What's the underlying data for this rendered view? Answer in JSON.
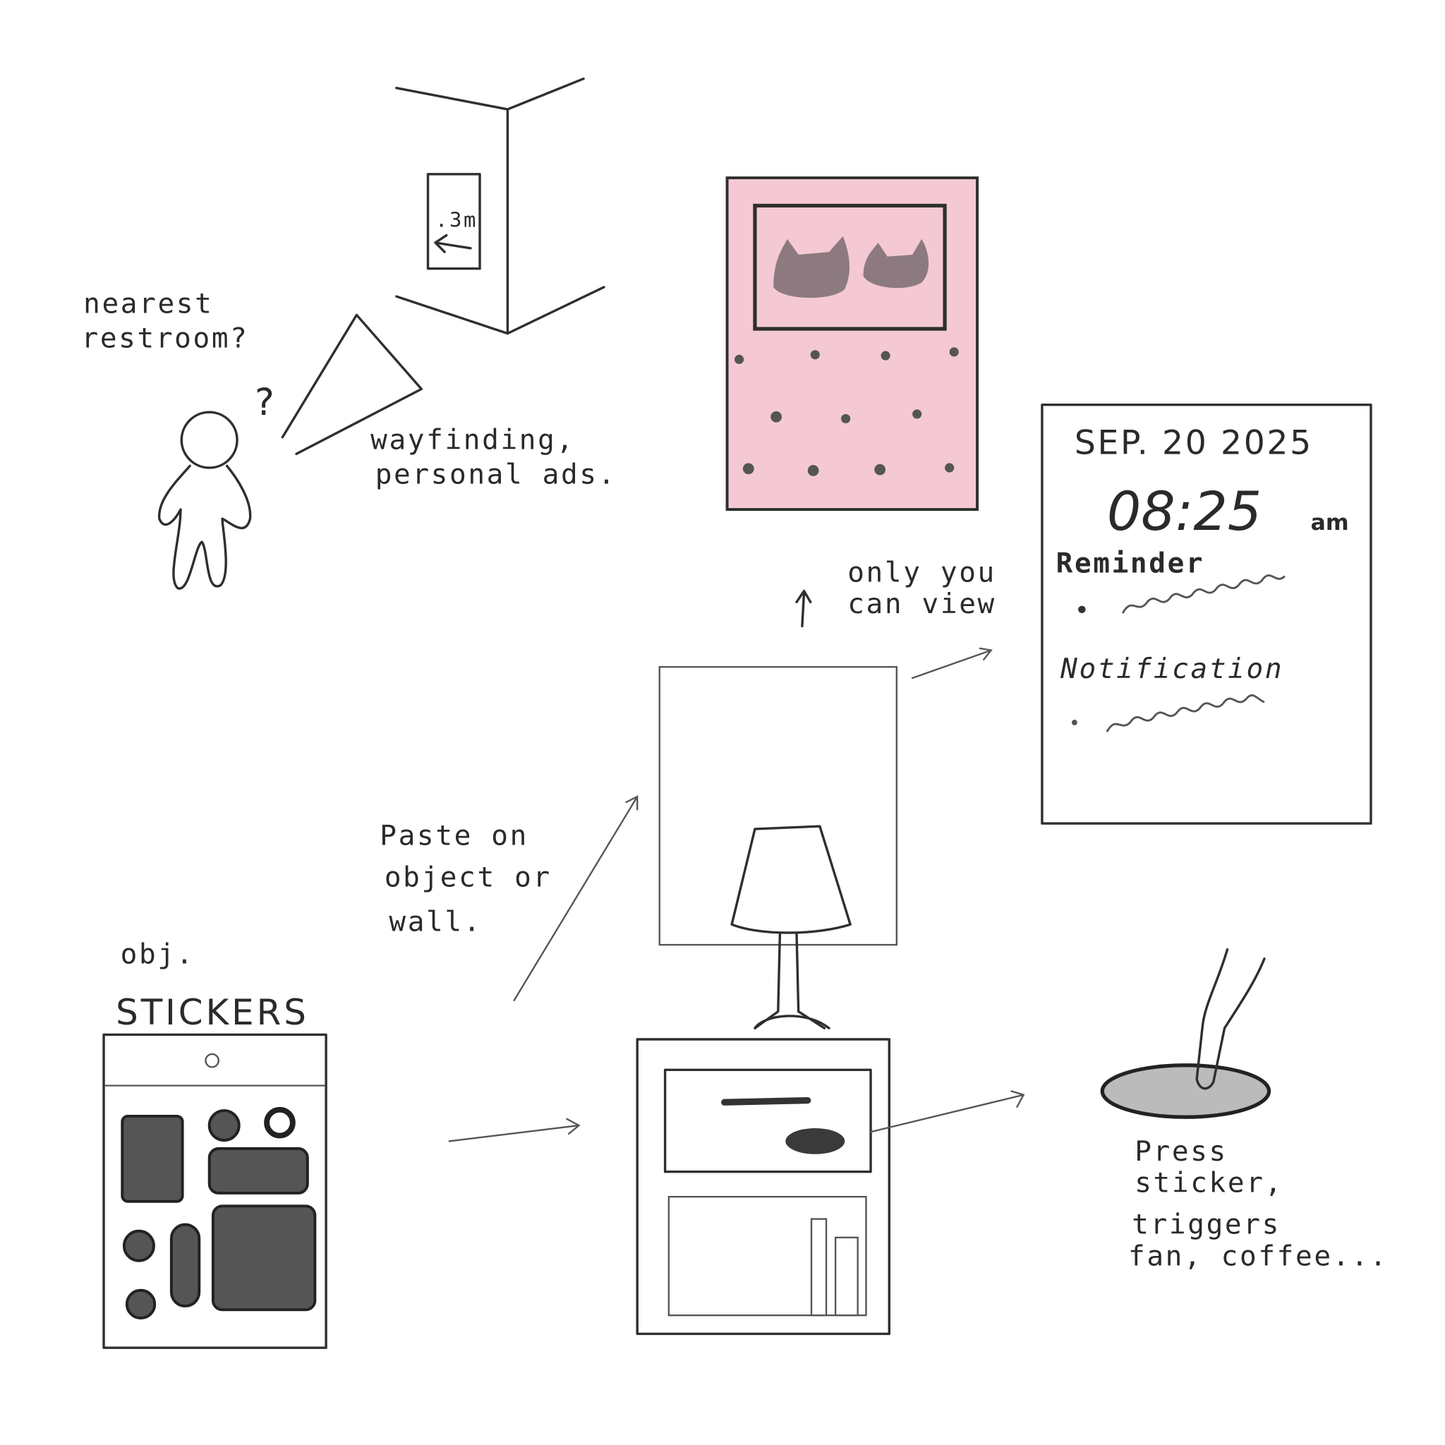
{
  "wayfinding": {
    "question_line1": "nearest",
    "question_line2": "restroom?",
    "question_mark": "?",
    "sign_distance": ".3m",
    "caption_line1": "wayfinding,",
    "caption_line2": "personal ads."
  },
  "private_panel": {
    "date": "SEP. 20 2025",
    "time": "08:25",
    "ampm": "am",
    "reminder_label": "Reminder",
    "notification_label": "Notification",
    "note_line1": "only you",
    "note_line2": "can view"
  },
  "paste": {
    "line1": "Paste on",
    "line2": "object or",
    "line3": "wall."
  },
  "stickers": {
    "prefix": "obj.",
    "title": "STICKERS"
  },
  "press": {
    "line1": "Press",
    "line2": "sticker,",
    "line3": "triggers",
    "line4": "fan, coffee..."
  },
  "colors": {
    "ad_board": "#f5c9d3",
    "pencil": "#2f2f2f"
  }
}
